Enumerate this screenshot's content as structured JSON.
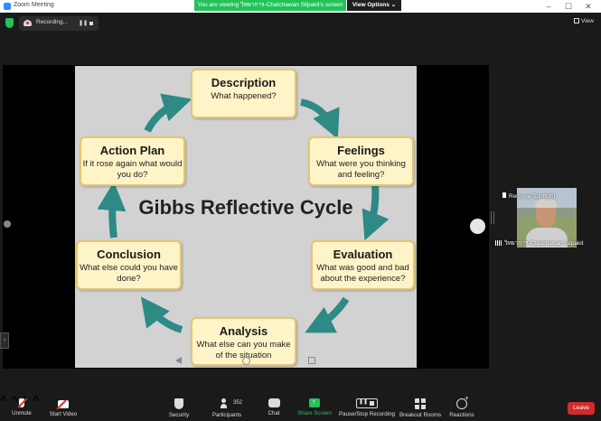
{
  "window": {
    "title": "Zoom Meeting",
    "share_banner": "You are viewing วิทยาการ-Chatchawan Silpakit's screen",
    "view_options": "View Options ⌄",
    "controls": [
      "–",
      "☐",
      "✕"
    ]
  },
  "topbar": {
    "recording_label": "Recording...",
    "pause_glyph": "❚❚",
    "view_label": "View"
  },
  "slide": {
    "title": "Gibbs Reflective Cycle",
    "boxes": [
      {
        "title": "Description",
        "sub": "What happened?"
      },
      {
        "title": "Feelings",
        "sub": "What were you thinking and feeling?"
      },
      {
        "title": "Evaluation",
        "sub": "What was good and bad about the experience?"
      },
      {
        "title": "Analysis",
        "sub": "What else can you make of the situation"
      },
      {
        "title": "Conclusion",
        "sub": "What else could you have done?"
      },
      {
        "title": "Action Plan",
        "sub": "If it rose again what would you do?"
      }
    ],
    "arrow_color": "#2e8a85"
  },
  "side_panel": {
    "left_tab": "›"
  },
  "participant": {
    "remove_spotlight": "Remove Spotlight",
    "name": "วิทยาการ-Chatchawan Silpakit"
  },
  "toolbar": {
    "unmute": "Unmute",
    "start_video": "Start Video",
    "security": "Security",
    "participants": "Participants",
    "participant_count": "352",
    "chat": "Chat",
    "share_screen": "Share Screen",
    "pause_recording": "Pause/Stop Recording",
    "breakout_rooms": "Breakout Rooms",
    "reactions": "Reactions",
    "leave": "Leave",
    "caret": "^"
  },
  "colors": {
    "accent_green": "#23c25a",
    "leave_red": "#d12b2b",
    "box_fill": "#fff4c8",
    "box_border": "#e6c66b"
  }
}
